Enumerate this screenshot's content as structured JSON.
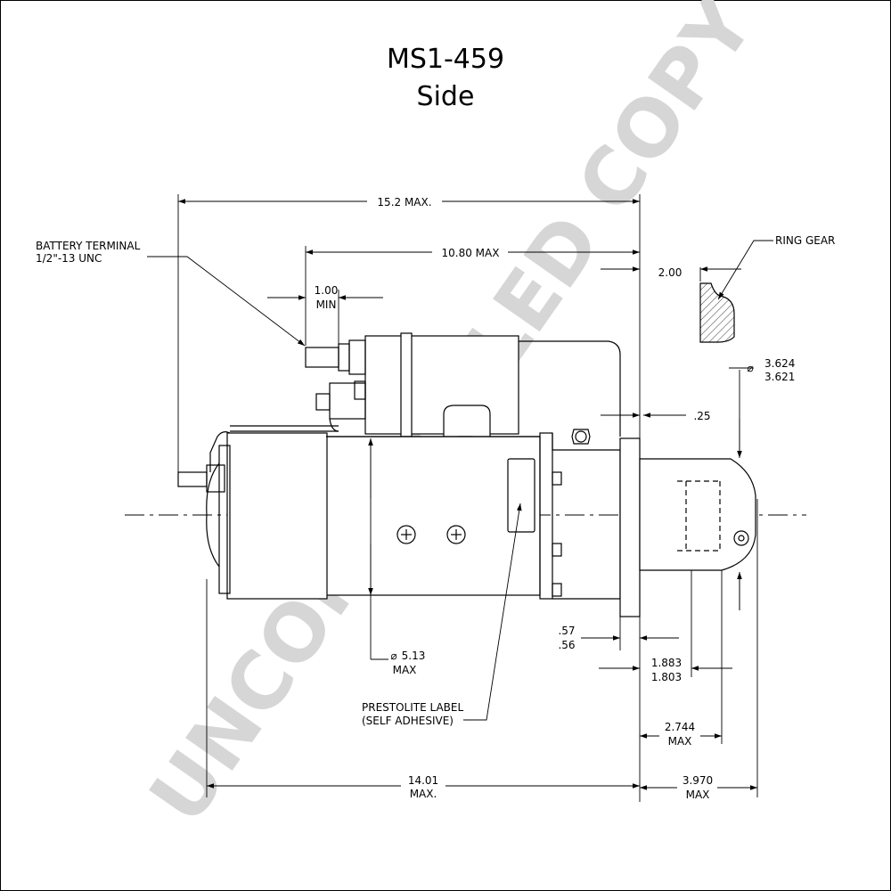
{
  "title": {
    "model": "MS1-459",
    "view": "Side"
  },
  "watermark": "UNCONTROLLED COPY",
  "colors": {
    "line": "#000000",
    "watermark": "#d6d6d6",
    "background": "#ffffff"
  },
  "callouts": {
    "battery_terminal": {
      "line1": "BATTERY TERMINAL",
      "line2": "1/2\"-13 UNC"
    },
    "ring_gear": "RING GEAR",
    "prestolite_label": {
      "line1": "PRESTOLITE LABEL",
      "line2": "(SELF ADHESIVE)"
    }
  },
  "dimensions": {
    "overall_max": "15.2 MAX.",
    "body_max": "10.80 MAX",
    "terminal_min": {
      "value": "1.00",
      "unit_note": "MIN"
    },
    "flange_offset": "2.00",
    "pilot_diameter": {
      "upper": "3.624",
      "lower": "3.621"
    },
    "flange_thickness": ".25",
    "frame_diameter": {
      "value": "5.13",
      "unit_note": "MAX"
    },
    "flange_land": {
      "upper": ".57",
      "lower": ".56"
    },
    "pinion_position": {
      "upper": "1.883",
      "lower": "1.803"
    },
    "nose_length": {
      "value": "2.744",
      "unit_note": "MAX"
    },
    "motor_length": {
      "value": "14.01",
      "unit_note": "MAX."
    },
    "drive_length": {
      "value": "3.970",
      "unit_note": "MAX"
    }
  }
}
